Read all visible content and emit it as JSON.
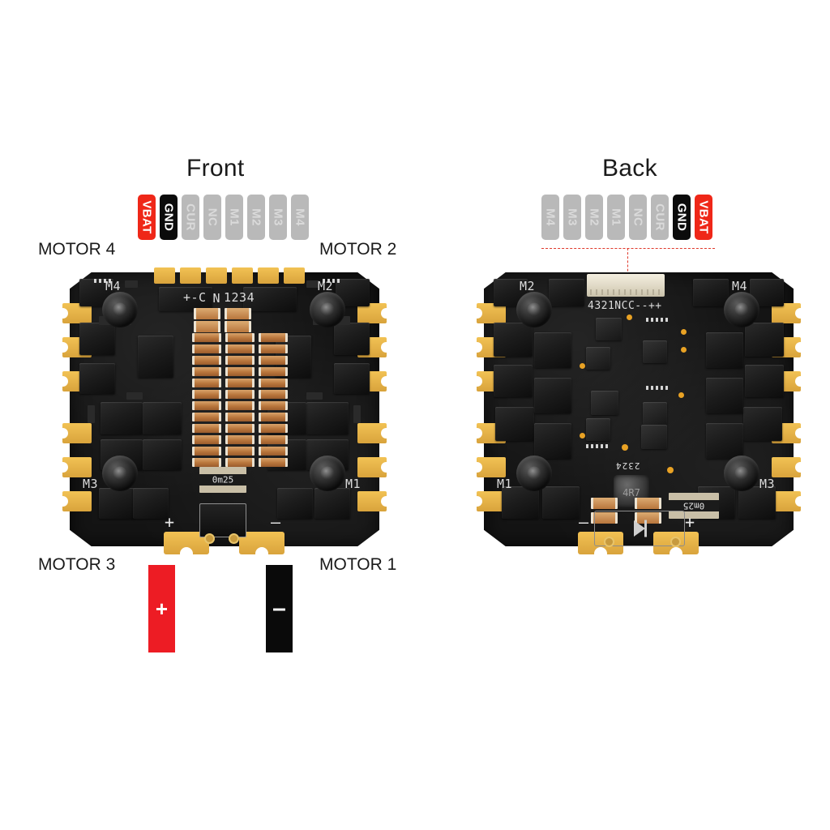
{
  "background": "#ffffff",
  "views": {
    "front": {
      "title": "Front"
    },
    "back": {
      "title": "Back"
    }
  },
  "colors": {
    "vbat": "#ef2718",
    "gnd": "#0b0b0b",
    "neutral": "#b9b9b9",
    "pointer": "#e0392b",
    "pcb": "#141414",
    "gold_pad": "#e3ab43",
    "wire_positive": "#ed1c24",
    "wire_negative": "#0a0a0a"
  },
  "pin_labels": {
    "front": [
      {
        "label": "VBAT",
        "style": "vbat"
      },
      {
        "label": "GND",
        "style": "gnd"
      },
      {
        "label": "CUR",
        "style": "neutral"
      },
      {
        "label": "NC",
        "style": "neutral"
      },
      {
        "label": "M1",
        "style": "neutral"
      },
      {
        "label": "M2",
        "style": "neutral"
      },
      {
        "label": "M3",
        "style": "neutral"
      },
      {
        "label": "M4",
        "style": "neutral"
      }
    ],
    "back": [
      {
        "label": "M4",
        "style": "neutral"
      },
      {
        "label": "M3",
        "style": "neutral"
      },
      {
        "label": "M2",
        "style": "neutral"
      },
      {
        "label": "M1",
        "style": "neutral"
      },
      {
        "label": "NC",
        "style": "neutral"
      },
      {
        "label": "CUR",
        "style": "neutral"
      },
      {
        "label": "GND",
        "style": "gnd"
      },
      {
        "label": "VBAT",
        "style": "vbat"
      }
    ]
  },
  "motor_callouts": {
    "motor4": "MOTOR 4",
    "motor2": "MOTOR 2",
    "motor3": "MOTOR 3",
    "motor1": "MOTOR 1"
  },
  "front_board": {
    "corner_labels": {
      "top_left": "M4",
      "top_right": "M2",
      "bottom_left": "M3",
      "bottom_right": "M1"
    },
    "header_silkscreen": "+-C",
    "header_silkscreen_flipped": "N",
    "header_silkscreen_numbers": "1234",
    "shunt_marking": "0m25",
    "polarity_positive": "+",
    "polarity_negative": "–"
  },
  "back_board": {
    "corner_labels": {
      "top_left": "M2",
      "top_right": "M4",
      "bottom_left": "M1",
      "bottom_right": "M3"
    },
    "connector_silkscreen": "4321NCC--++",
    "inductor_marking": "4R7",
    "shunt_marking": "0m25",
    "date_code": "2324",
    "polarity_positive": "+",
    "polarity_negative": "–"
  },
  "wires": {
    "positive": {
      "glyph": "+",
      "color": "#ed1c24"
    },
    "negative": {
      "glyph": "–",
      "color": "#0a0a0a"
    }
  }
}
